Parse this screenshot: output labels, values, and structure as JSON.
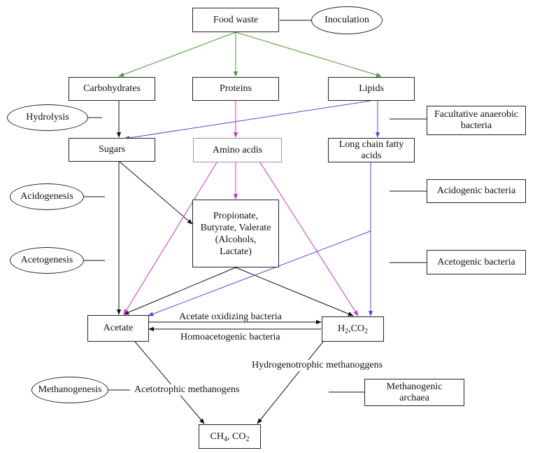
{
  "nodes": {
    "food_waste": "Food waste",
    "carbohydrates": "Carbohydrates",
    "proteins": "Proteins",
    "lipids": "Lipids",
    "sugars": "Sugars",
    "amino_acids": "Amino acdis",
    "lcfa": "Long chain fatty acids",
    "vfa_line1": "Propionate,",
    "vfa_line2": "Butyrate, Valerate",
    "vfa_line3": "(Alcohols,",
    "vfa_line4": "Lactate)",
    "acetate": "Acetate",
    "h2co2_prefix": "H",
    "h2co2_sub1": "2",
    "h2co2_mid": ",CO",
    "h2co2_sub2": "2",
    "ch4co2_prefix": "CH",
    "ch4co2_sub1": "4",
    "ch4co2_mid": ", CO",
    "ch4co2_sub2": "2"
  },
  "stages": {
    "inoculation": "Inoculation",
    "hydrolysis": "Hydrolysis",
    "acidogenesis": "Acidogenesis",
    "acetogenesis": "Acetogenesis",
    "methanogenesis": "Methanogenesis"
  },
  "organisms": {
    "facultative_line1": "Facultative anaerobic",
    "facultative_line2": "bacteria",
    "acidogenic": "Acidogenic bacteria",
    "acetogenic": "Acetogenic bacteria",
    "methanogenic_line1": "Methanogenic",
    "methanogenic_line2": "archaea"
  },
  "edge_labels": {
    "acetate_oxidizing": "Acetate oxidizing bacteria",
    "homoacetogenic": "Homoacetogenic bacteria",
    "hydrogenotrophic": "Hydrogenotrophic methanoggens",
    "acetotrophic": "Acetotrophic methanogens"
  },
  "colors": {
    "green": "#4a9a3a",
    "magenta": "#cc33cc",
    "blue": "#4b4bdd",
    "black": "#111111"
  }
}
